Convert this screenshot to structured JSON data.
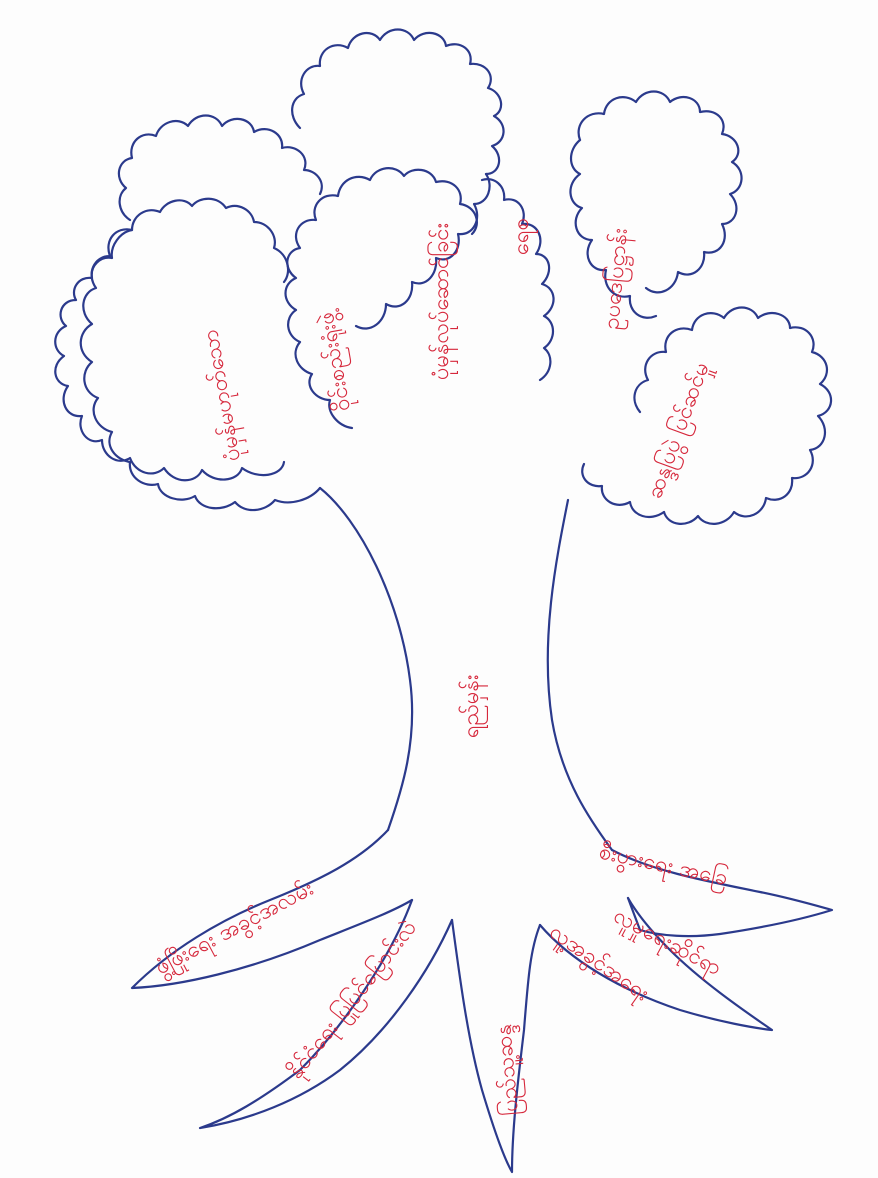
{
  "colors": {
    "outline": "#2b3a8c",
    "text": "#d6283c",
    "paper": "#fdfdfd"
  },
  "canopy": [
    {
      "id": "cloud-left",
      "text": "ပုံမှန်မဟုတ်သော"
    },
    {
      "id": "cloud-left-center",
      "text": "ဝိုင်းစည်းရုံးဖွဲ့"
    },
    {
      "id": "cloud-top",
      "text": "ပုံမှန်လုပ်ဆောင်ခြင်း"
    },
    {
      "id": "cloud-top-sub",
      "text": "ရေစ"
    },
    {
      "id": "cloud-right-upper",
      "text": "ဥပဒေပြဋ္ဌာန်း"
    },
    {
      "id": "cloud-right-lower",
      "text": "ဆန္ဒပြပွဲ ပြင်ဆင်မှု"
    }
  ],
  "trunk": {
    "text": "ရည်မှန်း"
  },
  "roots": [
    {
      "id": "root-far-left",
      "text": "ဖွံ့ဖြိုးရေး အခွင့်အလမ်း"
    },
    {
      "id": "root-left",
      "text": "နိုင်ငံရေး ပြုပြင်ပြောင်းလဲ"
    },
    {
      "id": "root-center",
      "text": "ပြည်သူ့ဆန္ဒ"
    },
    {
      "id": "root-right",
      "text": "လူ့အခွင့်အရေး"
    },
    {
      "id": "root-far-right-line1",
      "text": "လူမှုရေးဆိုင်ရာ"
    },
    {
      "id": "root-far-right-line2",
      "text": "စီးပွားရေး အခြေ"
    }
  ]
}
